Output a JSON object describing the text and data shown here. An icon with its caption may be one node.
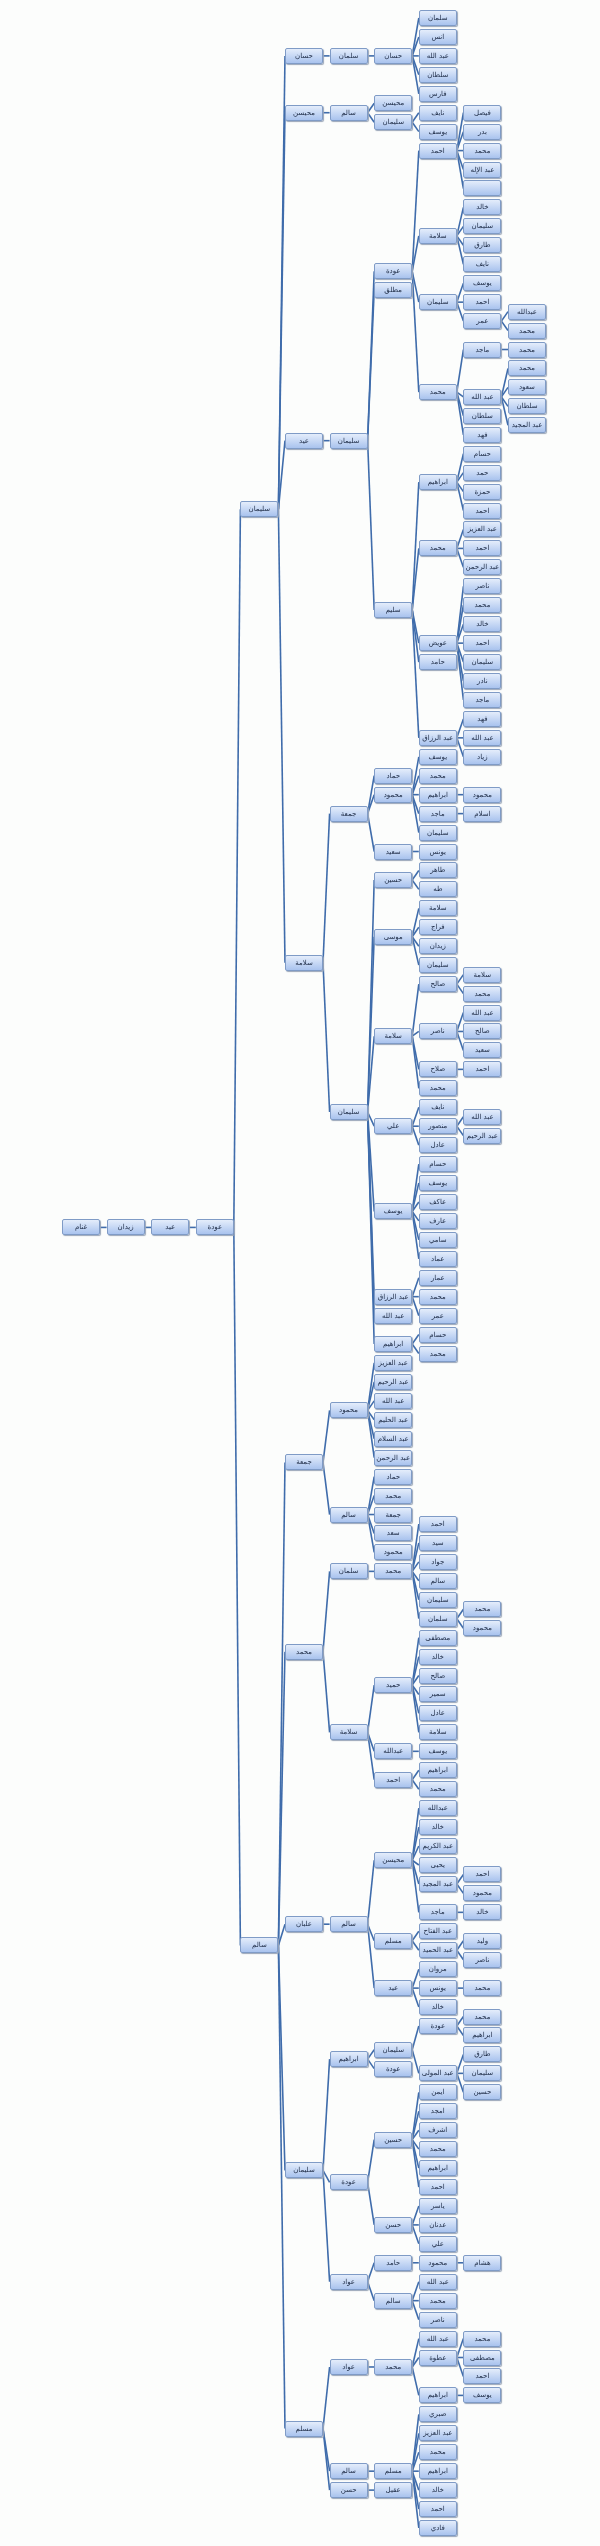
{
  "diagram": {
    "nodes": [
      {
        "text": [
          "غنام"
        ]
      },
      {
        "text": [
          "زيدان"
        ]
      },
      {
        "text": [
          "عيد"
        ]
      },
      {
        "text": [
          "عودة"
        ]
      },
      {
        "text": [
          "سليمان"
        ]
      },
      {
        "text": [
          "حسان"
        ]
      },
      {
        "text": [
          "سلمان"
        ]
      },
      {
        "text": [
          "حسان"
        ]
      },
      {
        "text": [
          "سلمان"
        ]
      },
      {
        "text": [
          "انس"
        ]
      },
      {
        "text": [
          "عبد الله"
        ]
      },
      {
        "text": [
          "سلطان"
        ]
      },
      {
        "text": [
          "فارس"
        ]
      },
      {
        "text": [
          "محيسن"
        ]
      },
      {
        "text": [
          "سالم"
        ]
      },
      {
        "text": [
          "محيسن"
        ]
      },
      {
        "text": [
          "سليمان"
        ]
      },
      {
        "text": [
          "نايف"
        ]
      },
      {
        "text": [
          "يوسف"
        ]
      },
      {
        "text": [
          "عيد"
        ]
      },
      {
        "text": [
          "سليمان"
        ]
      },
      {
        "text": [
          "عودة"
        ]
      },
      {
        "text": [
          "احمد"
        ]
      },
      {
        "text": [
          "فيصل"
        ]
      },
      {
        "text": [
          "بدر"
        ]
      },
      {
        "text": [
          "محمد"
        ]
      },
      {
        "text": [
          "عبد الإله"
        ]
      },
      {
        "text": [],
        "shape": "box"
      },
      {
        "text": [
          "سلامة"
        ]
      },
      {
        "text": [
          "خالد"
        ]
      },
      {
        "text": [
          "سليمان"
        ]
      },
      {
        "text": [
          "طارق"
        ]
      },
      {
        "text": [
          "نايف"
        ]
      },
      {
        "text": [
          "سليمان"
        ]
      },
      {
        "text": [
          "يوسف"
        ]
      },
      {
        "text": [
          "احمد"
        ]
      },
      {
        "text": [
          "عمر"
        ]
      },
      {
        "text": [
          "عبدالله"
        ]
      },
      {
        "text": [
          "محمد"
        ]
      },
      {
        "text": [
          "محمد"
        ]
      },
      {
        "text": [
          "ماجد"
        ]
      },
      {
        "text": [
          "محمد"
        ]
      },
      {
        "text": [
          "عبد الله"
        ]
      },
      {
        "text": [
          "محمد"
        ]
      },
      {
        "text": [
          "سعود"
        ]
      },
      {
        "text": [
          "سلطان"
        ]
      },
      {
        "text": [
          "عبد المجيد"
        ]
      },
      {
        "text": [
          "سلطان"
        ]
      },
      {
        "text": [
          "فهد"
        ]
      },
      {
        "text": [
          "مطلق"
        ]
      },
      {
        "text": [
          "سليم"
        ]
      },
      {
        "text": [
          "ابراهيم"
        ]
      },
      {
        "text": [
          "حسام"
        ]
      },
      {
        "text": [
          "حمد"
        ]
      },
      {
        "text": [
          "حمزة"
        ]
      },
      {
        "text": [
          "احمد"
        ]
      },
      {
        "text": [
          "محمد"
        ]
      },
      {
        "text": [
          "عبد العزيز"
        ]
      },
      {
        "text": [
          "احمد"
        ]
      },
      {
        "text": [
          "عبد الرحمن"
        ]
      },
      {
        "text": [
          "عويض"
        ]
      },
      {
        "text": [
          "ناصر"
        ]
      },
      {
        "text": [
          "محمد"
        ]
      },
      {
        "text": [
          "خالد"
        ]
      },
      {
        "text": [
          "احمد"
        ]
      },
      {
        "text": [
          "سليمان"
        ]
      },
      {
        "text": [
          "نادر"
        ]
      },
      {
        "text": [
          "ماجد"
        ]
      },
      {
        "text": [
          "حامد"
        ]
      },
      {
        "text": [
          "عبد الرزاق"
        ]
      },
      {
        "text": [
          "فهد"
        ]
      },
      {
        "text": [
          "عبد الله"
        ]
      },
      {
        "text": [
          "زياد"
        ]
      },
      {
        "text": [
          "سلامة"
        ]
      },
      {
        "text": [
          "جمعة"
        ]
      },
      {
        "text": [
          "حماد"
        ]
      },
      {
        "text": [
          "محمود"
        ]
      },
      {
        "text": [
          "يوسف"
        ]
      },
      {
        "text": [
          "محمد"
        ]
      },
      {
        "text": [
          "ابراهيم"
        ]
      },
      {
        "text": [
          "محمود"
        ]
      },
      {
        "text": [
          "ماجد"
        ]
      },
      {
        "text": [
          "اسلام"
        ]
      },
      {
        "text": [
          "سليمان"
        ]
      },
      {
        "text": [
          "سعيد"
        ]
      },
      {
        "text": [
          "يونس"
        ]
      },
      {
        "text": [
          "سليمان"
        ]
      },
      {
        "text": [
          "حسين"
        ]
      },
      {
        "text": [
          "طاهر"
        ]
      },
      {
        "text": [
          "طه"
        ]
      },
      {
        "text": [
          "موسى"
        ]
      },
      {
        "text": [
          "سلامة"
        ]
      },
      {
        "text": [
          "فراج"
        ]
      },
      {
        "text": [
          "زيدان"
        ]
      },
      {
        "text": [
          "سليمان"
        ]
      },
      {
        "text": [
          "سلامة"
        ]
      },
      {
        "text": [
          "صالح"
        ]
      },
      {
        "text": [
          "سلامة"
        ]
      },
      {
        "text": [
          "محمد"
        ]
      },
      {
        "text": [
          "ناصر"
        ]
      },
      {
        "text": [
          "عبد الله"
        ]
      },
      {
        "text": [
          "صالح"
        ]
      },
      {
        "text": [
          "سعيد"
        ]
      },
      {
        "text": [
          "صلاح"
        ]
      },
      {
        "text": [
          "احمد"
        ]
      },
      {
        "text": [
          "محمد"
        ]
      },
      {
        "text": [
          "علي"
        ]
      },
      {
        "text": [
          "نايف"
        ]
      },
      {
        "text": [
          "منصور"
        ]
      },
      {
        "text": [
          "عبد الله"
        ]
      },
      {
        "text": [
          "عبد الرحيم"
        ]
      },
      {
        "text": [
          "عادل"
        ]
      },
      {
        "text": [
          "يوسف"
        ]
      },
      {
        "text": [
          "حسام"
        ]
      },
      {
        "text": [
          "يوسف"
        ]
      },
      {
        "text": [
          "عاكف"
        ]
      },
      {
        "text": [
          "عارف"
        ]
      },
      {
        "text": [
          "سامي"
        ]
      },
      {
        "text": [
          "عماد"
        ]
      },
      {
        "text": [
          "عبد الرزاق"
        ]
      },
      {
        "text": [
          "عمار"
        ]
      },
      {
        "text": [
          "محمد"
        ]
      },
      {
        "text": [
          "عمر"
        ]
      },
      {
        "text": [
          "عبد الله"
        ]
      },
      {
        "text": [
          "ابراهيم"
        ]
      },
      {
        "text": [
          "حسام"
        ]
      },
      {
        "text": [
          "محمد"
        ]
      },
      {
        "text": [
          "سالم"
        ]
      },
      {
        "text": [
          "جمعة"
        ]
      },
      {
        "text": [
          "محمود"
        ]
      },
      {
        "text": [
          "عبد العزيز"
        ]
      },
      {
        "text": [
          "عبد الرحيم"
        ]
      },
      {
        "text": [
          "عبد الله"
        ]
      },
      {
        "text": [
          "عبد الحليم"
        ]
      },
      {
        "text": [
          "عبد السلام"
        ]
      },
      {
        "text": [
          "عبد الرحمن"
        ]
      },
      {
        "text": [
          "سالم"
        ]
      },
      {
        "text": [
          "حماد"
        ]
      },
      {
        "text": [
          "محمد"
        ]
      },
      {
        "text": [
          "جمعة"
        ]
      },
      {
        "text": [
          "سعد"
        ]
      },
      {
        "text": [
          "محمود"
        ]
      },
      {
        "text": [
          "محمد"
        ]
      },
      {
        "text": [
          "سلمان"
        ]
      },
      {
        "text": [
          "محمد"
        ]
      },
      {
        "text": [
          "احمد"
        ]
      },
      {
        "text": [
          "سيد"
        ]
      },
      {
        "text": [
          "جواد"
        ]
      },
      {
        "text": [
          "سالم"
        ]
      },
      {
        "text": [
          "سليمان"
        ]
      },
      {
        "text": [
          "سلمان"
        ]
      },
      {
        "text": [
          "محمد"
        ]
      },
      {
        "text": [
          "محمود"
        ]
      },
      {
        "text": [
          "سلامة"
        ]
      },
      {
        "text": [
          "حميد"
        ]
      },
      {
        "text": [
          "مصطفى"
        ]
      },
      {
        "text": [
          "خالد"
        ]
      },
      {
        "text": [
          "صالح"
        ]
      },
      {
        "text": [
          "سمير"
        ]
      },
      {
        "text": [
          "عادل"
        ]
      },
      {
        "text": [
          "سلامة"
        ]
      },
      {
        "text": [
          "عبدالله"
        ]
      },
      {
        "text": [
          "يوسف"
        ]
      },
      {
        "text": [
          "احمد"
        ]
      },
      {
        "text": [
          "ابراهيم"
        ]
      },
      {
        "text": [
          "محمد"
        ]
      },
      {
        "text": [
          "علبان"
        ]
      },
      {
        "text": [
          "سالم"
        ]
      },
      {
        "text": [
          "محيسن"
        ]
      },
      {
        "text": [
          "عبدالله"
        ]
      },
      {
        "text": [
          "خالد"
        ]
      },
      {
        "text": [
          "عبد الكريم"
        ]
      },
      {
        "text": [
          "يحيى"
        ]
      },
      {
        "text": [
          "عبد المجيد"
        ]
      },
      {
        "text": [
          "احمد"
        ]
      },
      {
        "text": [
          "محمود"
        ]
      },
      {
        "text": [
          "ماجد"
        ]
      },
      {
        "text": [
          "خالد"
        ]
      },
      {
        "text": [
          "مسلم"
        ]
      },
      {
        "text": [
          "عبد الفتاح"
        ]
      },
      {
        "text": [
          "عبد الحميد"
        ]
      },
      {
        "text": [
          "وليد"
        ]
      },
      {
        "text": [
          "ناصر"
        ]
      },
      {
        "text": [
          "عيد"
        ]
      },
      {
        "text": [
          "مروان"
        ]
      },
      {
        "text": [
          "يونس"
        ]
      },
      {
        "text": [
          "محمد"
        ]
      },
      {
        "text": [
          "خالد"
        ]
      },
      {
        "text": [
          "سليمان"
        ]
      },
      {
        "text": [
          "ابراهيم"
        ]
      },
      {
        "text": [
          "سليمان"
        ]
      },
      {
        "text": [
          "عودة"
        ]
      },
      {
        "text": [
          "محمد"
        ]
      },
      {
        "text": [
          "ابراهيم"
        ]
      },
      {
        "text": [
          "عبد المولى"
        ]
      },
      {
        "text": [
          "طارق"
        ]
      },
      {
        "text": [
          "سليمان"
        ]
      },
      {
        "text": [
          "حسين"
        ]
      },
      {
        "text": [
          "عودة"
        ]
      },
      {
        "text": [
          "عودة"
        ]
      },
      {
        "text": [
          "حسين"
        ]
      },
      {
        "text": [
          "ايمن"
        ]
      },
      {
        "text": [
          "امجد"
        ]
      },
      {
        "text": [
          "اشرف"
        ]
      },
      {
        "text": [
          "محمد"
        ]
      },
      {
        "text": [
          "ابراهيم"
        ]
      },
      {
        "text": [
          "احمد"
        ]
      },
      {
        "text": [
          "حسن"
        ]
      },
      {
        "text": [
          "ياسر"
        ]
      },
      {
        "text": [
          "عدنان"
        ]
      },
      {
        "text": [
          "علي"
        ]
      },
      {
        "text": [
          "عواد"
        ]
      },
      {
        "text": [
          "حامد"
        ]
      },
      {
        "text": [
          "محمود"
        ]
      },
      {
        "text": [
          "هشام"
        ]
      },
      {
        "text": [
          "سالم"
        ]
      },
      {
        "text": [
          "عبد الله"
        ]
      },
      {
        "text": [
          "محمد"
        ]
      },
      {
        "text": [
          "ناصر"
        ]
      },
      {
        "text": [
          "مسلم"
        ]
      },
      {
        "text": [
          "عواد"
        ]
      },
      {
        "text": [
          "محمد"
        ]
      },
      {
        "text": [
          "عبد الله"
        ]
      },
      {
        "text": [
          "عطوة"
        ]
      },
      {
        "text": [
          "محمد"
        ]
      },
      {
        "text": [
          "مصطفى"
        ]
      },
      {
        "text": [
          "احمد"
        ]
      },
      {
        "text": [
          "ابراهيم"
        ]
      },
      {
        "text": [
          "يوسف"
        ]
      },
      {
        "text": [
          "سالم"
        ]
      },
      {
        "text": [
          "مسلم"
        ]
      },
      {
        "text": [
          "صبري"
        ]
      },
      {
        "text": [
          "عبد العزيز"
        ]
      },
      {
        "text": [
          "محمد"
        ]
      },
      {
        "text": [
          "ابراهيم"
        ]
      },
      {
        "text": [
          "خالد"
        ]
      },
      {
        "text": [
          "احمد"
        ]
      },
      {
        "text": [
          "فادي"
        ]
      },
      {
        "text": [
          "حسن"
        ]
      },
      {
        "text": [
          "عقيل"
        ]
      }
    ],
    "edges": [
      {
        "from": 0,
        "to": 1,
        "arrow": "none"
      },
      {
        "from": 1,
        "to": 2,
        "arrow": "none"
      },
      {
        "from": 2,
        "to": 3,
        "arrow": "none"
      },
      {
        "from": 3,
        "to": 4,
        "arrow": "none"
      },
      {
        "from": 4,
        "to": 5,
        "arrow": "none"
      },
      {
        "from": 5,
        "to": 6,
        "arrow": "none"
      },
      {
        "from": 6,
        "to": 7,
        "arrow": "none"
      },
      {
        "from": 7,
        "to": 8,
        "arrow": "none"
      },
      {
        "from": 7,
        "to": 9,
        "arrow": "none"
      },
      {
        "from": 7,
        "to": 10,
        "arrow": "none"
      },
      {
        "from": 7,
        "to": 11,
        "arrow": "none"
      },
      {
        "from": 7,
        "to": 12,
        "arrow": "none"
      },
      {
        "from": 4,
        "to": 13,
        "arrow": "none"
      },
      {
        "from": 13,
        "to": 14,
        "arrow": "none"
      },
      {
        "from": 14,
        "to": 15,
        "arrow": "none"
      },
      {
        "from": 14,
        "to": 16,
        "arrow": "none"
      },
      {
        "from": 16,
        "to": 17,
        "arrow": "none"
      },
      {
        "from": 16,
        "to": 18,
        "arrow": "none"
      },
      {
        "from": 4,
        "to": 19,
        "arrow": "none"
      },
      {
        "from": 19,
        "to": 20,
        "arrow": "none"
      },
      {
        "from": 20,
        "to": 21,
        "arrow": "none"
      },
      {
        "from": 21,
        "to": 22,
        "arrow": "none"
      },
      {
        "from": 22,
        "to": 23,
        "arrow": "none"
      },
      {
        "from": 22,
        "to": 24,
        "arrow": "none"
      },
      {
        "from": 22,
        "to": 25,
        "arrow": "none"
      },
      {
        "from": 22,
        "to": 26,
        "arrow": "none"
      },
      {
        "from": 22,
        "to": 27,
        "arrow": "none"
      },
      {
        "from": 21,
        "to": 28,
        "arrow": "none"
      },
      {
        "from": 28,
        "to": 29,
        "arrow": "none"
      },
      {
        "from": 28,
        "to": 30,
        "arrow": "none"
      },
      {
        "from": 28,
        "to": 31,
        "arrow": "none"
      },
      {
        "from": 28,
        "to": 32,
        "arrow": "none"
      },
      {
        "from": 21,
        "to": 33,
        "arrow": "none"
      },
      {
        "from": 33,
        "to": 34,
        "arrow": "none"
      },
      {
        "from": 33,
        "to": 35,
        "arrow": "none"
      },
      {
        "from": 33,
        "to": 36,
        "arrow": "none"
      },
      {
        "from": 36,
        "to": 37,
        "arrow": "none"
      },
      {
        "from": 36,
        "to": 38,
        "arrow": "none"
      },
      {
        "from": 21,
        "to": 39,
        "arrow": "none"
      },
      {
        "from": 39,
        "to": 40,
        "arrow": "none"
      },
      {
        "from": 40,
        "to": 41,
        "arrow": "none"
      },
      {
        "from": 39,
        "to": 42,
        "arrow": "none"
      },
      {
        "from": 42,
        "to": 43,
        "arrow": "none"
      },
      {
        "from": 42,
        "to": 44,
        "arrow": "none"
      },
      {
        "from": 42,
        "to": 45,
        "arrow": "none"
      },
      {
        "from": 42,
        "to": 46,
        "arrow": "none"
      },
      {
        "from": 39,
        "to": 47,
        "arrow": "none"
      },
      {
        "from": 39,
        "to": 48,
        "arrow": "none"
      },
      {
        "from": 20,
        "to": 49,
        "arrow": "none"
      },
      {
        "from": 20,
        "to": 50,
        "arrow": "none"
      },
      {
        "from": 50,
        "to": 51,
        "arrow": "none"
      },
      {
        "from": 51,
        "to": 52,
        "arrow": "none"
      },
      {
        "from": 51,
        "to": 53,
        "arrow": "none"
      },
      {
        "from": 51,
        "to": 54,
        "arrow": "none"
      },
      {
        "from": 51,
        "to": 55,
        "arrow": "none"
      },
      {
        "from": 50,
        "to": 56,
        "arrow": "none"
      },
      {
        "from": 56,
        "to": 57,
        "arrow": "none"
      },
      {
        "from": 56,
        "to": 58,
        "arrow": "none"
      },
      {
        "from": 56,
        "to": 59,
        "arrow": "none"
      },
      {
        "from": 50,
        "to": 60,
        "arrow": "none"
      },
      {
        "from": 60,
        "to": 61,
        "arrow": "none"
      },
      {
        "from": 60,
        "to": 62,
        "arrow": "none"
      },
      {
        "from": 60,
        "to": 63,
        "arrow": "none"
      },
      {
        "from": 60,
        "to": 64,
        "arrow": "none"
      },
      {
        "from": 60,
        "to": 65,
        "arrow": "none"
      },
      {
        "from": 60,
        "to": 66,
        "arrow": "none"
      },
      {
        "from": 60,
        "to": 67,
        "arrow": "none"
      },
      {
        "from": 50,
        "to": 68,
        "arrow": "none"
      },
      {
        "from": 50,
        "to": 69,
        "arrow": "none"
      },
      {
        "from": 69,
        "to": 70,
        "arrow": "none"
      },
      {
        "from": 69,
        "to": 71,
        "arrow": "none"
      },
      {
        "from": 69,
        "to": 72,
        "arrow": "none"
      },
      {
        "from": 4,
        "to": 73,
        "arrow": "none"
      },
      {
        "from": 73,
        "to": 74,
        "arrow": "none"
      },
      {
        "from": 74,
        "to": 75,
        "arrow": "none"
      },
      {
        "from": 74,
        "to": 76,
        "arrow": "none"
      },
      {
        "from": 76,
        "to": 77,
        "arrow": "none"
      },
      {
        "from": 76,
        "to": 78,
        "arrow": "none"
      },
      {
        "from": 76,
        "to": 79,
        "arrow": "none"
      },
      {
        "from": 79,
        "to": 80,
        "arrow": "none"
      },
      {
        "from": 76,
        "to": 81,
        "arrow": "none"
      },
      {
        "from": 81,
        "to": 82,
        "arrow": "none"
      },
      {
        "from": 76,
        "to": 83,
        "arrow": "none"
      },
      {
        "from": 74,
        "to": 84,
        "arrow": "none"
      },
      {
        "from": 84,
        "to": 85,
        "arrow": "none"
      },
      {
        "from": 73,
        "to": 86,
        "arrow": "none"
      },
      {
        "from": 86,
        "to": 87,
        "arrow": "none"
      },
      {
        "from": 87,
        "to": 88,
        "arrow": "none"
      },
      {
        "from": 87,
        "to": 89,
        "arrow": "none"
      },
      {
        "from": 86,
        "to": 90,
        "arrow": "none"
      },
      {
        "from": 90,
        "to": 91,
        "arrow": "none"
      },
      {
        "from": 90,
        "to": 92,
        "arrow": "none"
      },
      {
        "from": 90,
        "to": 93,
        "arrow": "none"
      },
      {
        "from": 90,
        "to": 94,
        "arrow": "none"
      },
      {
        "from": 86,
        "to": 95,
        "arrow": "none"
      },
      {
        "from": 95,
        "to": 96,
        "arrow": "none"
      },
      {
        "from": 96,
        "to": 97,
        "arrow": "none"
      },
      {
        "from": 96,
        "to": 98,
        "arrow": "none"
      },
      {
        "from": 95,
        "to": 99,
        "arrow": "none"
      },
      {
        "from": 99,
        "to": 100,
        "arrow": "none"
      },
      {
        "from": 99,
        "to": 101,
        "arrow": "none"
      },
      {
        "from": 99,
        "to": 102,
        "arrow": "none"
      },
      {
        "from": 95,
        "to": 103,
        "arrow": "none"
      },
      {
        "from": 103,
        "to": 104,
        "arrow": "none"
      },
      {
        "from": 95,
        "to": 105,
        "arrow": "none"
      },
      {
        "from": 86,
        "to": 106,
        "arrow": "none"
      },
      {
        "from": 106,
        "to": 107,
        "arrow": "none"
      },
      {
        "from": 106,
        "to": 108,
        "arrow": "none"
      },
      {
        "from": 108,
        "to": 109,
        "arrow": "none"
      },
      {
        "from": 108,
        "to": 110,
        "arrow": "none"
      },
      {
        "from": 106,
        "to": 111,
        "arrow": "none"
      },
      {
        "from": 86,
        "to": 112,
        "arrow": "none"
      },
      {
        "from": 112,
        "to": 113,
        "arrow": "none"
      },
      {
        "from": 112,
        "to": 114,
        "arrow": "none"
      },
      {
        "from": 112,
        "to": 115,
        "arrow": "none"
      },
      {
        "from": 112,
        "to": 116,
        "arrow": "none"
      },
      {
        "from": 112,
        "to": 117,
        "arrow": "none"
      },
      {
        "from": 112,
        "to": 118,
        "arrow": "none"
      },
      {
        "from": 86,
        "to": 119,
        "arrow": "none"
      },
      {
        "from": 119,
        "to": 120,
        "arrow": "none"
      },
      {
        "from": 119,
        "to": 121,
        "arrow": "none"
      },
      {
        "from": 119,
        "to": 122,
        "arrow": "none"
      },
      {
        "from": 86,
        "to": 123,
        "arrow": "none"
      },
      {
        "from": 86,
        "to": 124,
        "arrow": "none"
      },
      {
        "from": 124,
        "to": 125,
        "arrow": "none"
      },
      {
        "from": 124,
        "to": 126,
        "arrow": "none"
      },
      {
        "from": 3,
        "to": 127,
        "arrow": "none"
      },
      {
        "from": 127,
        "to": 128,
        "arrow": "none"
      },
      {
        "from": 128,
        "to": 129,
        "arrow": "none"
      },
      {
        "from": 129,
        "to": 130,
        "arrow": "none"
      },
      {
        "from": 129,
        "to": 131,
        "arrow": "none"
      },
      {
        "from": 129,
        "to": 132,
        "arrow": "none"
      },
      {
        "from": 129,
        "to": 133,
        "arrow": "none"
      },
      {
        "from": 129,
        "to": 134,
        "arrow": "none"
      },
      {
        "from": 129,
        "to": 135,
        "arrow": "none"
      },
      {
        "from": 128,
        "to": 136,
        "arrow": "none"
      },
      {
        "from": 136,
        "to": 137,
        "arrow": "none"
      },
      {
        "from": 136,
        "to": 138,
        "arrow": "none"
      },
      {
        "from": 136,
        "to": 139,
        "arrow": "none"
      },
      {
        "from": 136,
        "to": 140,
        "arrow": "none"
      },
      {
        "from": 136,
        "to": 141,
        "arrow": "none"
      },
      {
        "from": 127,
        "to": 142,
        "arrow": "none"
      },
      {
        "from": 142,
        "to": 143,
        "arrow": "none"
      },
      {
        "from": 143,
        "to": 144,
        "arrow": "none"
      },
      {
        "from": 144,
        "to": 145,
        "arrow": "none"
      },
      {
        "from": 144,
        "to": 146,
        "arrow": "none"
      },
      {
        "from": 144,
        "to": 147,
        "arrow": "none"
      },
      {
        "from": 144,
        "to": 148,
        "arrow": "none"
      },
      {
        "from": 144,
        "to": 149,
        "arrow": "none"
      },
      {
        "from": 144,
        "to": 150,
        "arrow": "none"
      },
      {
        "from": 150,
        "to": 151,
        "arrow": "none"
      },
      {
        "from": 150,
        "to": 152,
        "arrow": "none"
      },
      {
        "from": 142,
        "to": 153,
        "arrow": "none"
      },
      {
        "from": 153,
        "to": 154,
        "arrow": "none"
      },
      {
        "from": 154,
        "to": 155,
        "arrow": "none"
      },
      {
        "from": 154,
        "to": 156,
        "arrow": "none"
      },
      {
        "from": 154,
        "to": 157,
        "arrow": "none"
      },
      {
        "from": 154,
        "to": 158,
        "arrow": "none"
      },
      {
        "from": 154,
        "to": 159,
        "arrow": "none"
      },
      {
        "from": 154,
        "to": 160,
        "arrow": "none"
      },
      {
        "from": 153,
        "to": 161,
        "arrow": "none"
      },
      {
        "from": 161,
        "to": 162,
        "arrow": "none"
      },
      {
        "from": 153,
        "to": 163,
        "arrow": "none"
      },
      {
        "from": 163,
        "to": 164,
        "arrow": "none"
      },
      {
        "from": 163,
        "to": 165,
        "arrow": "none"
      },
      {
        "from": 127,
        "to": 166,
        "arrow": "none"
      },
      {
        "from": 166,
        "to": 167,
        "arrow": "none"
      },
      {
        "from": 167,
        "to": 168,
        "arrow": "none"
      },
      {
        "from": 168,
        "to": 169,
        "arrow": "none"
      },
      {
        "from": 168,
        "to": 170,
        "arrow": "none"
      },
      {
        "from": 168,
        "to": 171,
        "arrow": "none"
      },
      {
        "from": 168,
        "to": 172,
        "arrow": "none"
      },
      {
        "from": 168,
        "to": 173,
        "arrow": "none"
      },
      {
        "from": 173,
        "to": 174,
        "arrow": "none"
      },
      {
        "from": 173,
        "to": 175,
        "arrow": "none"
      },
      {
        "from": 168,
        "to": 176,
        "arrow": "none"
      },
      {
        "from": 176,
        "to": 177,
        "arrow": "none"
      },
      {
        "from": 167,
        "to": 178,
        "arrow": "none"
      },
      {
        "from": 178,
        "to": 179,
        "arrow": "none"
      },
      {
        "from": 178,
        "to": 180,
        "arrow": "none"
      },
      {
        "from": 180,
        "to": 181,
        "arrow": "none"
      },
      {
        "from": 180,
        "to": 182,
        "arrow": "none"
      },
      {
        "from": 167,
        "to": 183,
        "arrow": "none"
      },
      {
        "from": 183,
        "to": 184,
        "arrow": "none"
      },
      {
        "from": 183,
        "to": 185,
        "arrow": "none"
      },
      {
        "from": 185,
        "to": 186,
        "arrow": "none"
      },
      {
        "from": 183,
        "to": 187,
        "arrow": "none"
      },
      {
        "from": 127,
        "to": 188,
        "arrow": "none"
      },
      {
        "from": 188,
        "to": 189,
        "arrow": "none"
      },
      {
        "from": 189,
        "to": 190,
        "arrow": "none"
      },
      {
        "from": 190,
        "to": 191,
        "arrow": "none"
      },
      {
        "from": 191,
        "to": 192,
        "arrow": "none"
      },
      {
        "from": 191,
        "to": 193,
        "arrow": "none"
      },
      {
        "from": 190,
        "to": 194,
        "arrow": "none"
      },
      {
        "from": 194,
        "to": 195,
        "arrow": "none"
      },
      {
        "from": 194,
        "to": 196,
        "arrow": "none"
      },
      {
        "from": 194,
        "to": 197,
        "arrow": "none"
      },
      {
        "from": 189,
        "to": 198,
        "arrow": "none"
      },
      {
        "from": 188,
        "to": 199,
        "arrow": "none"
      },
      {
        "from": 199,
        "to": 200,
        "arrow": "none"
      },
      {
        "from": 200,
        "to": 201,
        "arrow": "none"
      },
      {
        "from": 200,
        "to": 202,
        "arrow": "none"
      },
      {
        "from": 200,
        "to": 203,
        "arrow": "none"
      },
      {
        "from": 200,
        "to": 204,
        "arrow": "none"
      },
      {
        "from": 200,
        "to": 205,
        "arrow": "none"
      },
      {
        "from": 200,
        "to": 206,
        "arrow": "none"
      },
      {
        "from": 199,
        "to": 207,
        "arrow": "none"
      },
      {
        "from": 207,
        "to": 208,
        "arrow": "none"
      },
      {
        "from": 207,
        "to": 209,
        "arrow": "none"
      },
      {
        "from": 207,
        "to": 210,
        "arrow": "none"
      },
      {
        "from": 188,
        "to": 211,
        "arrow": "none"
      },
      {
        "from": 211,
        "to": 212,
        "arrow": "none"
      },
      {
        "from": 212,
        "to": 213,
        "arrow": "none"
      },
      {
        "from": 213,
        "to": 214,
        "arrow": "none"
      },
      {
        "from": 211,
        "to": 215,
        "arrow": "none"
      },
      {
        "from": 215,
        "to": 216,
        "arrow": "none"
      },
      {
        "from": 215,
        "to": 217,
        "arrow": "none"
      },
      {
        "from": 215,
        "to": 218,
        "arrow": "none"
      },
      {
        "from": 127,
        "to": 219,
        "arrow": "none"
      },
      {
        "from": 219,
        "to": 220,
        "arrow": "none"
      },
      {
        "from": 220,
        "to": 221,
        "arrow": "none"
      },
      {
        "from": 221,
        "to": 222,
        "arrow": "none"
      },
      {
        "from": 221,
        "to": 223,
        "arrow": "none"
      },
      {
        "from": 223,
        "to": 224,
        "arrow": "none"
      },
      {
        "from": 223,
        "to": 225,
        "arrow": "none"
      },
      {
        "from": 223,
        "to": 226,
        "arrow": "none"
      },
      {
        "from": 221,
        "to": 227,
        "arrow": "none"
      },
      {
        "from": 227,
        "to": 228,
        "arrow": "none"
      },
      {
        "from": 219,
        "to": 229,
        "arrow": "none"
      },
      {
        "from": 229,
        "to": 230,
        "arrow": "none"
      },
      {
        "from": 230,
        "to": 231,
        "arrow": "none"
      },
      {
        "from": 230,
        "to": 232,
        "arrow": "none"
      },
      {
        "from": 230,
        "to": 233,
        "arrow": "none"
      },
      {
        "from": 230,
        "to": 234,
        "arrow": "none"
      },
      {
        "from": 230,
        "to": 235,
        "arrow": "none"
      },
      {
        "from": 230,
        "to": 236,
        "arrow": "none"
      },
      {
        "from": 230,
        "to": 237,
        "arrow": "none"
      },
      {
        "from": 219,
        "to": 238,
        "arrow": "none"
      },
      {
        "from": 238,
        "to": 239,
        "arrow": "none"
      }
    ]
  }
}
